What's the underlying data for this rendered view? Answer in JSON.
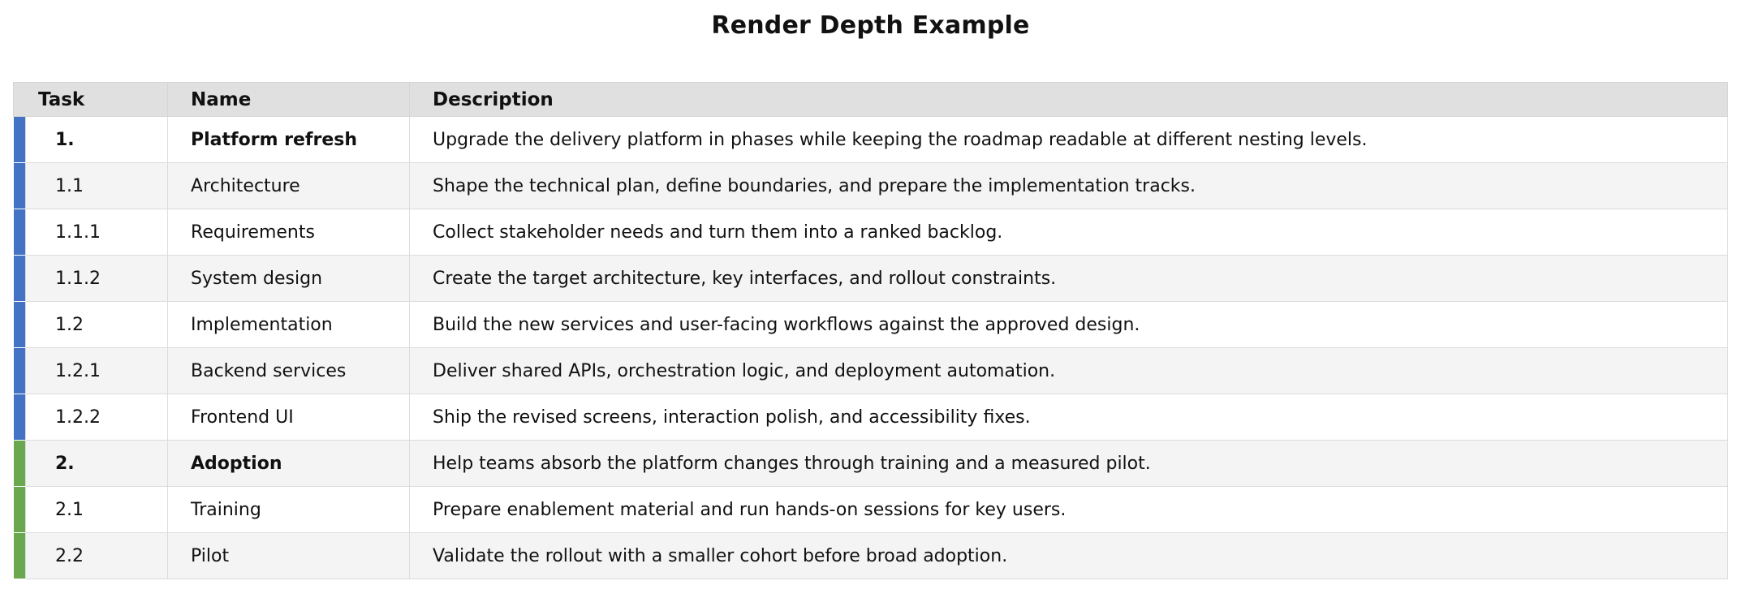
{
  "page": {
    "title": "Render Depth Example"
  },
  "table": {
    "columns": [
      "Task",
      "Name",
      "Description"
    ],
    "colors": {
      "blue": "#4472c4",
      "green": "#6aa84f"
    },
    "rows": [
      {
        "task": "1.",
        "name": "Platform refresh",
        "description": "Upgrade the delivery platform in phases while keeping the roadmap readable at different nesting levels.",
        "color": "blue",
        "bold": true
      },
      {
        "task": "1.1",
        "name": "Architecture",
        "description": "Shape the technical plan, define boundaries, and prepare the implementation tracks.",
        "color": "blue",
        "bold": false
      },
      {
        "task": "1.1.1",
        "name": "Requirements",
        "description": "Collect stakeholder needs and turn them into a ranked backlog.",
        "color": "blue",
        "bold": false
      },
      {
        "task": "1.1.2",
        "name": "System design",
        "description": "Create the target architecture, key interfaces, and rollout constraints.",
        "color": "blue",
        "bold": false
      },
      {
        "task": "1.2",
        "name": "Implementation",
        "description": "Build the new services and user-facing workflows against the approved design.",
        "color": "blue",
        "bold": false
      },
      {
        "task": "1.2.1",
        "name": "Backend services",
        "description": "Deliver shared APIs, orchestration logic, and deployment automation.",
        "color": "blue",
        "bold": false
      },
      {
        "task": "1.2.2",
        "name": "Frontend UI",
        "description": "Ship the revised screens, interaction polish, and accessibility fixes.",
        "color": "blue",
        "bold": false
      },
      {
        "task": "2.",
        "name": "Adoption",
        "description": "Help teams absorb the platform changes through training and a measured pilot.",
        "color": "green",
        "bold": true
      },
      {
        "task": "2.1",
        "name": "Training",
        "description": "Prepare enablement material and run hands-on sessions for key users.",
        "color": "green",
        "bold": false
      },
      {
        "task": "2.2",
        "name": "Pilot",
        "description": "Validate the rollout with a smaller cohort before broad adoption.",
        "color": "green",
        "bold": false
      }
    ]
  }
}
